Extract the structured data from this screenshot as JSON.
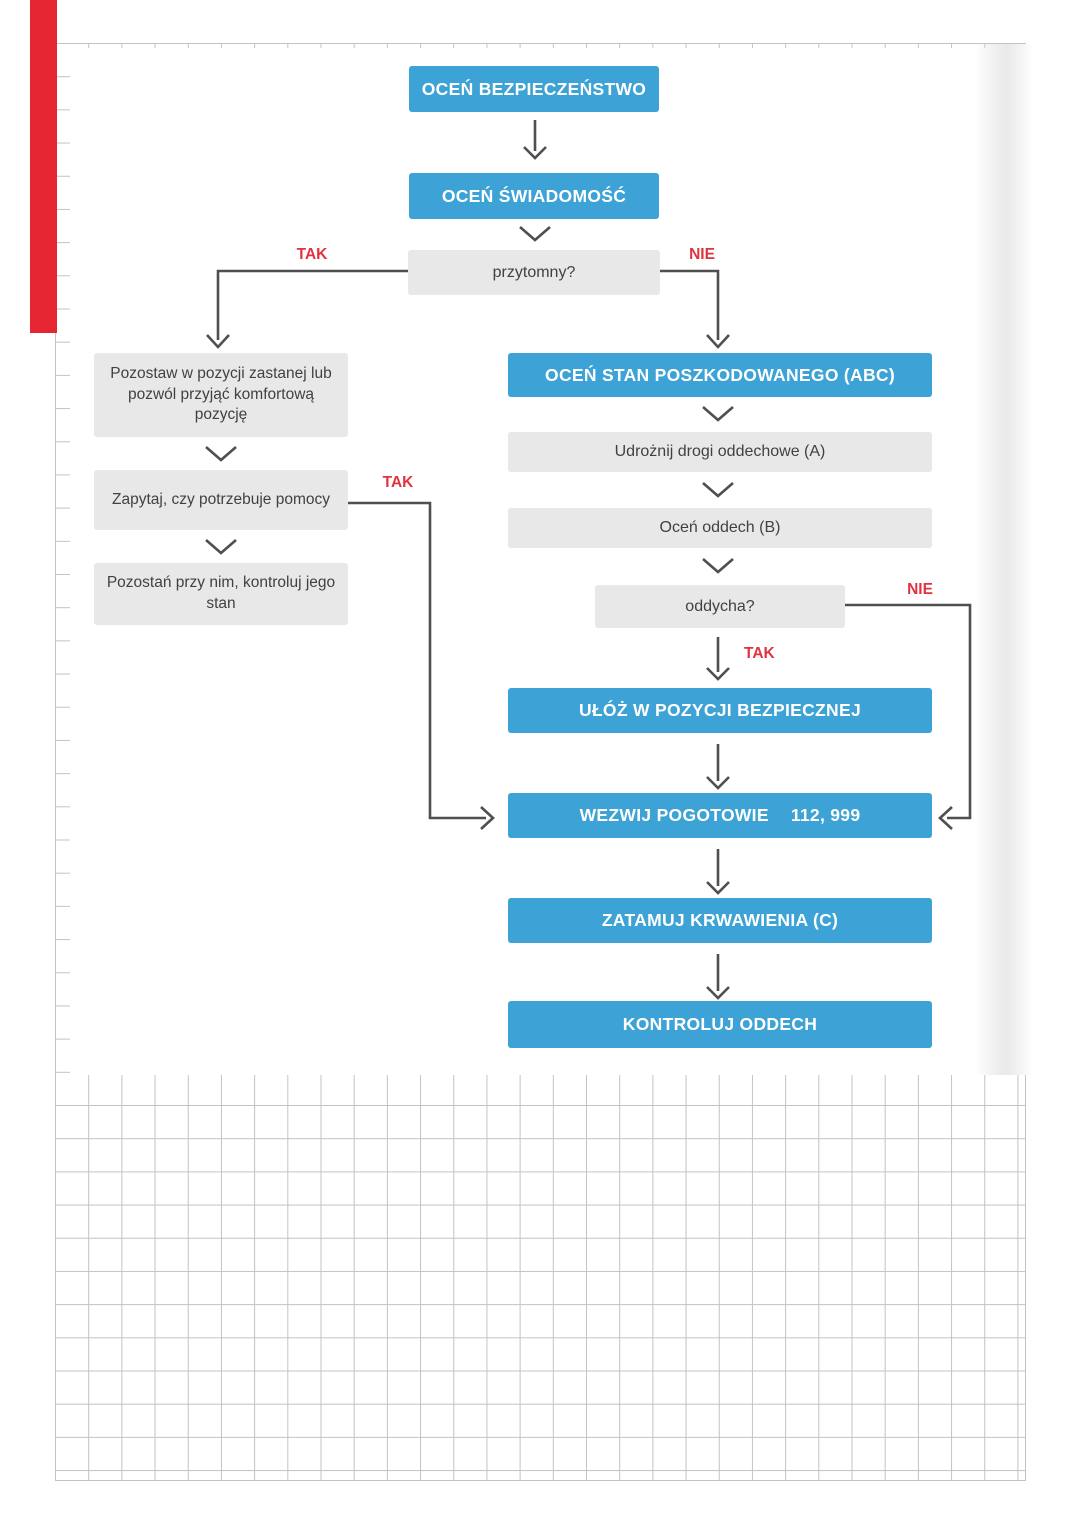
{
  "diagram": {
    "nodes": {
      "assess_safety": "OCEŃ BEZPIECZEŃSTWO",
      "assess_consciousness": "OCEŃ ŚWIADOMOŚĆ",
      "conscious_question": "przytomny?",
      "leave_position": "Pozostaw w pozycji zastanej lub pozwól przyjąć komfortową pozycję",
      "ask_help": "Zapytaj, czy potrzebuje pomocy",
      "stay_monitor": "Pozostań przy nim, kontroluj jego stan",
      "assess_condition": "OCEŃ STAN POSZKODOWANEGO (ABC)",
      "open_airways": "Udrożnij drogi oddechowe (A)",
      "assess_breathing": "Oceń oddech (B)",
      "breathing_question": "oddycha?",
      "recovery_position": "UŁÓŻ W POZYCJI BEZPIECZNEJ",
      "call_ambulance": "WEZWIJ POGOTOWIE",
      "call_ambulance_numbers": "112, 999",
      "stop_bleeding": "ZATAMUJ KRWAWIENIA (C)",
      "monitor_breathing": "KONTROLUJ ODDECH"
    },
    "edge_labels": {
      "conscious_yes": "TAK",
      "conscious_no": "NIE",
      "help_yes": "TAK",
      "breathing_yes": "TAK",
      "breathing_no": "NIE"
    },
    "colors": {
      "action_box_blue": "#3da2d5",
      "info_box_gray": "#e8e8e8",
      "edge_label_red": "#e1333f",
      "connector_gray": "#4f4f4f",
      "red_margin_stripe": "#e52531",
      "grid_line": "#c3c3c3"
    }
  }
}
